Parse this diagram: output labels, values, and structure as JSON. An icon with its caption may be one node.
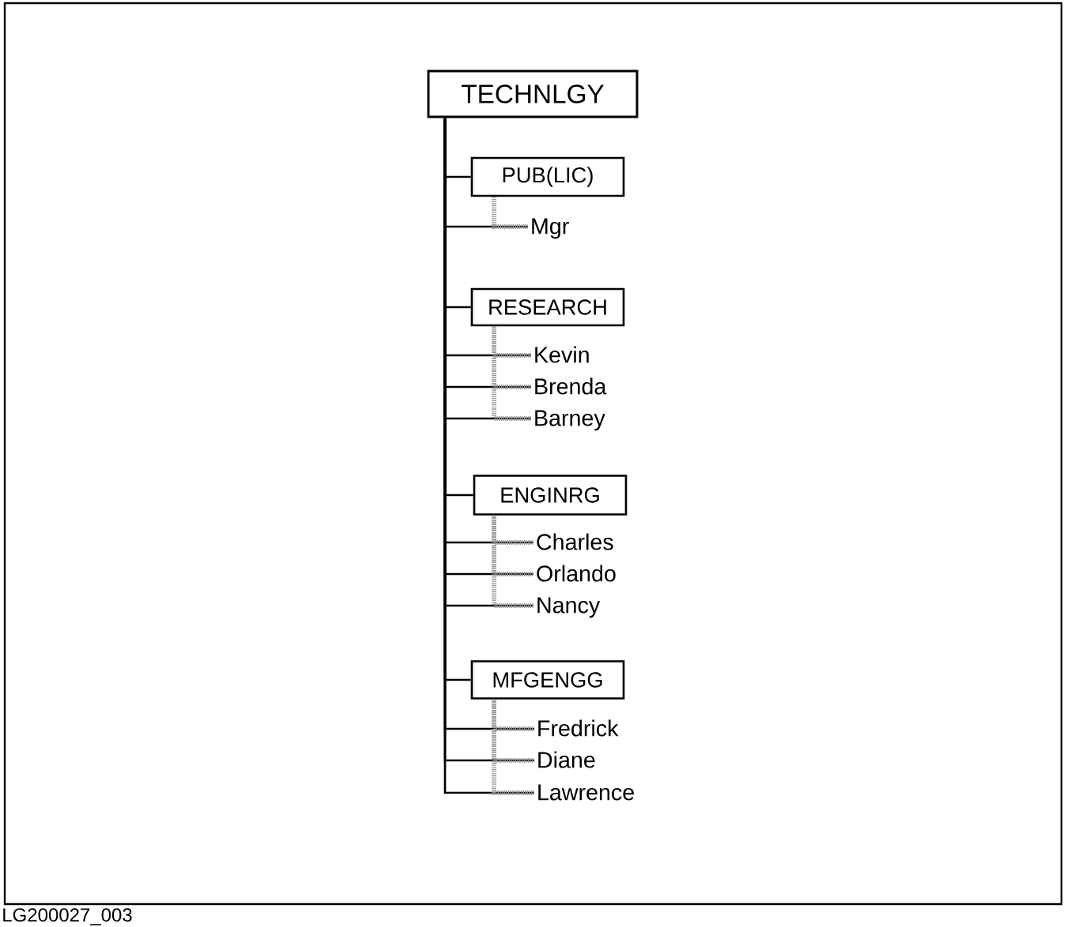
{
  "diagram": {
    "nodes": [
      {
        "text": [
          "TECHNLGY"
        ]
      },
      {
        "text": [
          "PUB(LIC)"
        ]
      },
      {
        "text": [
          "Mgr"
        ]
      },
      {
        "text": [
          "RESEARCH"
        ]
      },
      {
        "text": [
          "Kevin"
        ]
      },
      {
        "text": [
          "Brenda"
        ]
      },
      {
        "text": [
          "Barney"
        ]
      },
      {
        "text": [
          "ENGINRG"
        ]
      },
      {
        "text": [
          "Charles"
        ]
      },
      {
        "text": [
          "Orlando"
        ]
      },
      {
        "text": [
          "Nancy"
        ]
      },
      {
        "text": [
          "MFGENGG"
        ]
      },
      {
        "text": [
          "Fredrick"
        ]
      },
      {
        "text": [
          "Diane"
        ]
      },
      {
        "text": [
          "Lawrence"
        ]
      }
    ],
    "edges": [
      {
        "from": 0,
        "to": 1,
        "arrow": "none"
      },
      {
        "from": 0,
        "to": 2,
        "arrow": "none"
      },
      {
        "from": 0,
        "to": 3,
        "arrow": "none"
      },
      {
        "from": 0,
        "to": 4,
        "arrow": "none"
      },
      {
        "from": 0,
        "to": 5,
        "arrow": "none"
      },
      {
        "from": 0,
        "to": 6,
        "arrow": "none"
      },
      {
        "from": 0,
        "to": 7,
        "arrow": "none"
      },
      {
        "from": 0,
        "to": 8,
        "arrow": "none"
      },
      {
        "from": 0,
        "to": 9,
        "arrow": "none"
      },
      {
        "from": 0,
        "to": 10,
        "arrow": "none"
      },
      {
        "from": 0,
        "to": 11,
        "arrow": "none"
      },
      {
        "from": 0,
        "to": 12,
        "arrow": "none"
      },
      {
        "from": 0,
        "to": 13,
        "arrow": "none"
      },
      {
        "from": 0,
        "to": 14,
        "arrow": "none"
      },
      {
        "from": 1,
        "to": 2,
        "arrow": "none",
        "style": "dashed",
        "color": "#999999"
      },
      {
        "from": 3,
        "to": 4,
        "arrow": "none",
        "style": "dashed",
        "color": "#999999"
      },
      {
        "from": 3,
        "to": 5,
        "arrow": "none",
        "style": "dashed",
        "color": "#999999"
      },
      {
        "from": 3,
        "to": 6,
        "arrow": "none",
        "style": "dashed",
        "color": "#999999"
      },
      {
        "from": 7,
        "to": 8,
        "arrow": "none",
        "style": "dashed",
        "color": "#999999"
      },
      {
        "from": 7,
        "to": 9,
        "arrow": "none",
        "style": "dashed",
        "color": "#999999"
      },
      {
        "from": 7,
        "to": 10,
        "arrow": "none",
        "style": "dashed",
        "color": "#999999"
      },
      {
        "from": 11,
        "to": 12,
        "arrow": "none",
        "style": "dashed",
        "color": "#999999"
      },
      {
        "from": 11,
        "to": 13,
        "arrow": "none",
        "style": "dashed",
        "color": "#999999"
      },
      {
        "from": 11,
        "to": 14,
        "arrow": "none",
        "style": "dashed",
        "color": "#999999"
      }
    ],
    "labels": [
      "LG200027_003"
    ]
  }
}
